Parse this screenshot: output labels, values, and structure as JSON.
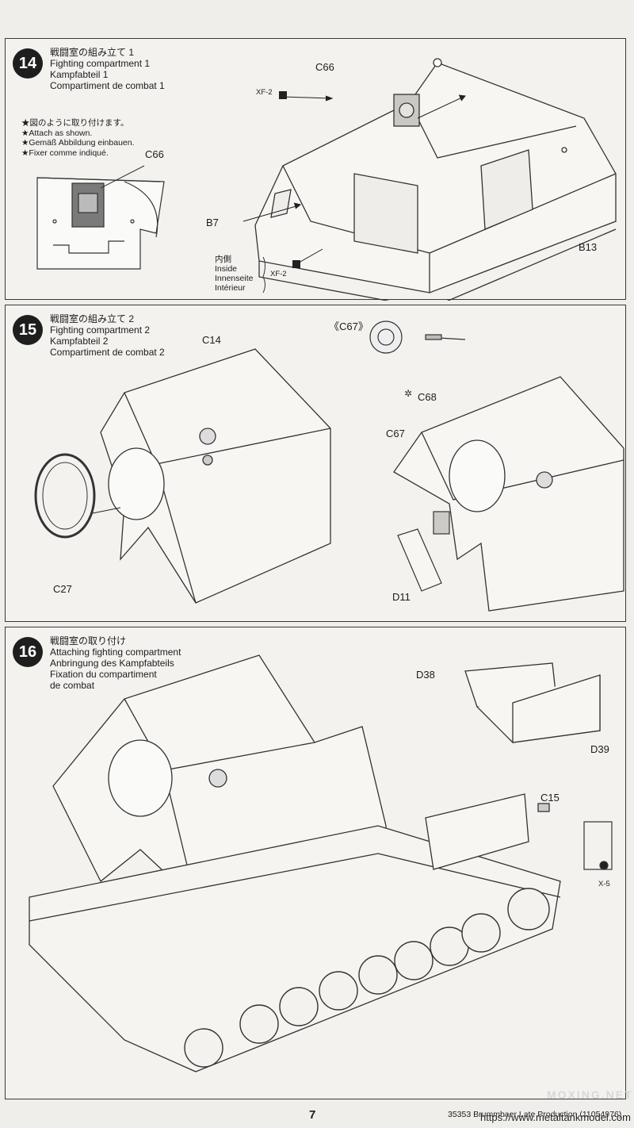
{
  "steps": [
    {
      "number": "14",
      "title_ja": "戦闘室の組み立て 1",
      "title_en": "Fighting compartment 1",
      "title_de": "Kampfabteil 1",
      "title_fr": "Compartiment de combat 1",
      "notes": [
        "★図のように取り付けます。",
        "★Attach as shown.",
        "★Gemäß Abbildung einbauen.",
        "★Fixer comme indiqué."
      ],
      "inset_part": "C66",
      "parts": {
        "c66": "C66",
        "xf2_top": "XF-2",
        "b7": "B7",
        "b13": "B13",
        "xf2_bottom": "XF-2"
      },
      "inside": [
        "内側",
        "Inside",
        "Innenseite",
        "Intérieur"
      ]
    },
    {
      "number": "15",
      "title_ja": "戦闘室の組み立て 2",
      "title_en": "Fighting compartment 2",
      "title_de": "Kampfabteil 2",
      "title_fr": "Compartiment de combat 2",
      "parts": {
        "c14": "C14",
        "c27": "C27",
        "c67_detail": "《C67》",
        "c68": "C68",
        "c67": "C67",
        "d11": "D11"
      }
    },
    {
      "number": "16",
      "title_ja": "戦闘室の取り付け",
      "title_en": "Attaching fighting compartment",
      "title_de": "Anbringung des Kampfabteils",
      "title_fr1": "Fixation du compartiment",
      "title_fr2": "de combat",
      "parts": {
        "d38": "D38",
        "d39": "D39",
        "c15": "C15",
        "x5": "X-5"
      }
    }
  ],
  "footer": {
    "page_number": "7",
    "code": "35353  Brummbaer Late Production (11054976)",
    "watermark": "MOXING.NET",
    "url": "https://www.metaltankmodel.com"
  }
}
